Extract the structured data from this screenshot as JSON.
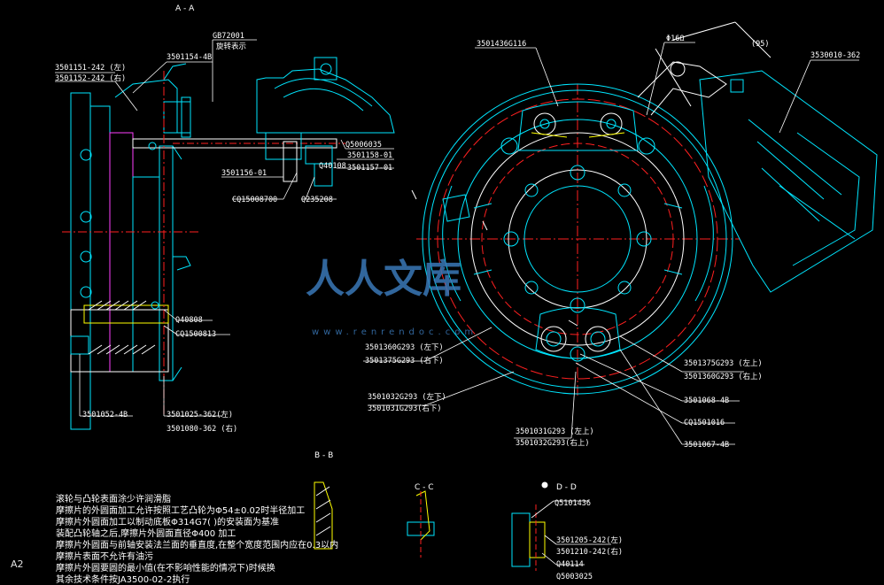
{
  "sections": {
    "aa": "A - A",
    "bb": "B - B",
    "cc": "C - C",
    "dd": "D - D"
  },
  "sheet_size": "A2",
  "watermark": {
    "main": "人人文库",
    "url": "www.renrendoc.com"
  },
  "left_labels": {
    "l1": "3501151-242 (左)",
    "l2": "3501152-242 (右)",
    "l3": "3501154-4B",
    "l4": "GB72001",
    "l5": "旋转表示",
    "l6": "Q5006035",
    "l7": "3501158-01",
    "l8": "3501157-01",
    "l9": "Q40108",
    "l10": "3501156-01",
    "l11": "CQ15008700",
    "l12": "Q235208",
    "l13": "Q40808",
    "l14": "CQ1500813",
    "l15": "3501052-4B",
    "l16": "3501025-362(左)",
    "l17": "3501080-362 (右)"
  },
  "right_labels": {
    "r1": "3501436G116",
    "r2": "Φ16Ω",
    "r3": "(95)",
    "r4": "3530010-362",
    "r5": "3501360G293 (左下)",
    "r6": "3501375G293 (右下)",
    "r7": "3501375G293 (左上)",
    "r8": "3501360G293 (右上)",
    "r9": "3501032G293 (左下)",
    "r10": "3501031G293(右下)",
    "r11": "3501068-4B",
    "r12": "CQ1501016",
    "r13": "3501031G293 (左上)",
    "r14": "3501032G293(右上)",
    "r15": "3501067-4B"
  },
  "detail_labels": {
    "d1": "Q5101436",
    "d2": "3501205-242(左)",
    "d3": "3501210-242(右)",
    "d4": "Q40114",
    "d5": "Q5003025"
  },
  "notes": [
    "滚轮与凸轮表面涂少许润滑脂",
    "摩擦片的外圆面加工允许按照工艺凸轮为Φ54±0.02时半径加工",
    "摩擦片外圆面加工以制动底板Φ314G7( )的安装面为基准",
    "装配凸轮轴之后,摩擦片外圆面直径Φ400      加工",
    "摩擦片外圆面与前轴安装法兰面的垂直度,在整个宽度范围内应在0.3以内",
    "摩擦片表面不允许有油污",
    "摩擦片外圆要圆的最小值(在不影响性能的情况下)时候换",
    "其余技术条件按JA3500-02-2执行"
  ],
  "colors": {
    "cyan": "#00e6ff",
    "red": "#ff2020",
    "white": "#ffffff",
    "yellow": "#ffff00",
    "magenta": "#ff40ff",
    "green": "#00ff00"
  }
}
